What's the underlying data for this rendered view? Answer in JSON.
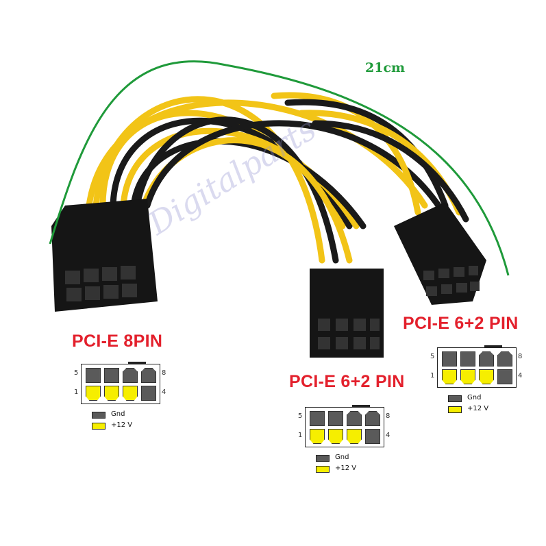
{
  "length_label": "21cm",
  "watermark": "Digitalparts",
  "colors": {
    "gnd": "#5a5a5a",
    "v12": "#f6ee00",
    "title": "#e3202c",
    "arc": "#1f9a3a",
    "wire_yellow": "#f2c417",
    "wire_black": "#1a1a1a"
  },
  "diagrams": [
    {
      "title": "PCI-E 8PIN",
      "labels": {
        "top_left": "5",
        "top_right": "8",
        "bottom_left": "1",
        "bottom_right": "4"
      },
      "legend": {
        "gnd": "Gnd",
        "v12": "+12 V"
      }
    },
    {
      "title": "PCI-E 6+2 PIN",
      "labels": {
        "top_left": "5",
        "top_right": "8",
        "bottom_left": "1",
        "bottom_right": "4"
      },
      "legend": {
        "gnd": "Gnd",
        "v12": "+12 V"
      }
    },
    {
      "title": "PCI-E 6+2 PIN",
      "labels": {
        "top_left": "5",
        "top_right": "8",
        "bottom_left": "1",
        "bottom_right": "4"
      },
      "legend": {
        "gnd": "Gnd",
        "v12": "+12 V"
      }
    }
  ]
}
